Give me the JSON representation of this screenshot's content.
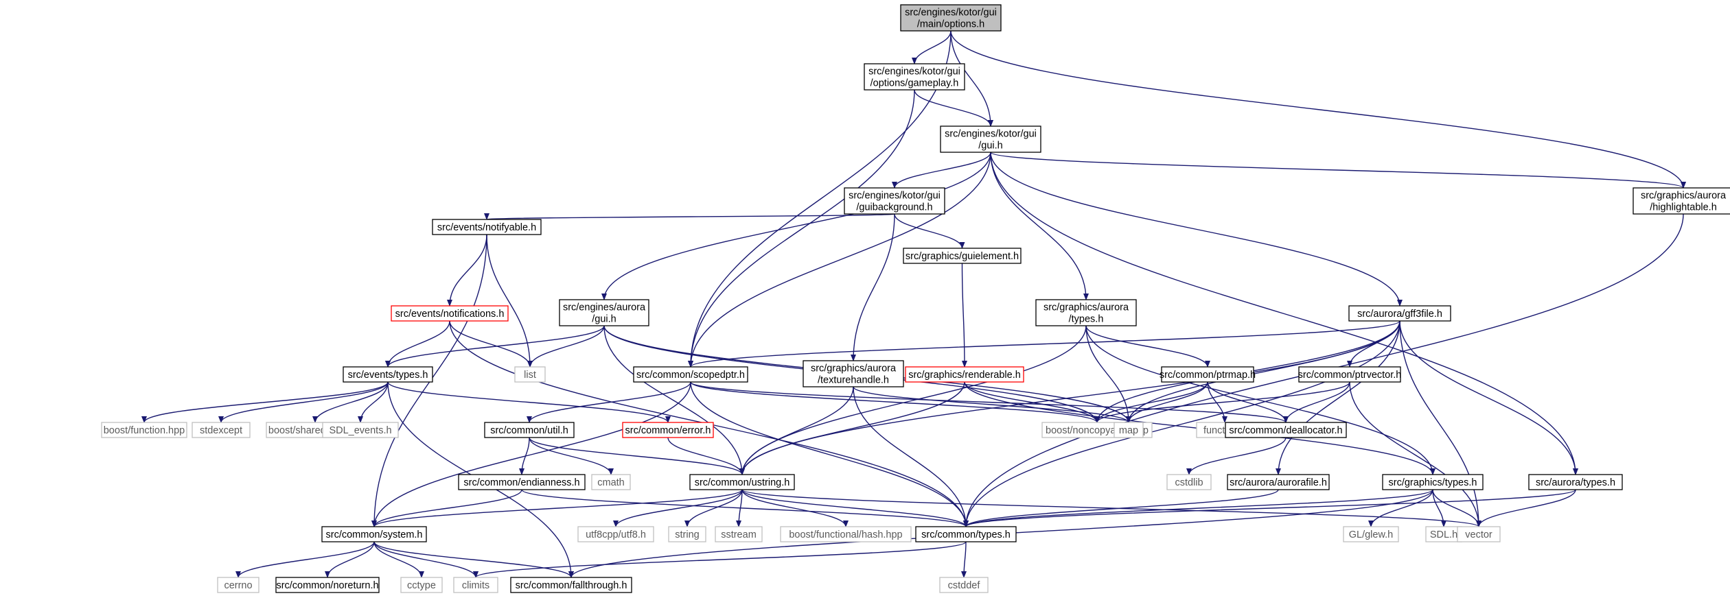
{
  "title": "",
  "colors": {
    "edge": "#191970",
    "root_fill": "#bfbfbf",
    "box_border": "#000000",
    "incomplete_border": "#ff0000",
    "system_border": "#bfbfbf",
    "text": "#000000",
    "system_text": "#5a5a5a"
  },
  "nodes": [
    {
      "id": "options_h",
      "lines": [
        "src/engines/kotor/gui",
        "/main/options.h"
      ],
      "kind": "root"
    },
    {
      "id": "gameplay_h",
      "lines": [
        "src/engines/kotor/gui",
        "/options/gameplay.h"
      ],
      "kind": "file"
    },
    {
      "id": "kgui_h",
      "lines": [
        "src/engines/kotor/gui",
        "/gui.h"
      ],
      "kind": "file"
    },
    {
      "id": "highlightable_h",
      "lines": [
        "src/graphics/aurora",
        "/highlightable.h"
      ],
      "kind": "file"
    },
    {
      "id": "guibackground_h",
      "lines": [
        "src/engines/kotor/gui",
        "/guibackground.h"
      ],
      "kind": "file"
    },
    {
      "id": "notifyable_h",
      "lines": [
        "src/events/notifyable.h"
      ],
      "kind": "file"
    },
    {
      "id": "guielement_h",
      "lines": [
        "src/graphics/guielement.h"
      ],
      "kind": "file"
    },
    {
      "id": "notifications_h",
      "lines": [
        "src/events/notifications.h"
      ],
      "kind": "incomplete"
    },
    {
      "id": "agui_h",
      "lines": [
        "src/engines/aurora",
        "/gui.h"
      ],
      "kind": "file"
    },
    {
      "id": "gtypes_aurora_h",
      "lines": [
        "src/graphics/aurora",
        "/types.h"
      ],
      "kind": "file"
    },
    {
      "id": "gff3file_h",
      "lines": [
        "src/aurora/gff3file.h"
      ],
      "kind": "file"
    },
    {
      "id": "etypes_h",
      "lines": [
        "src/events/types.h"
      ],
      "kind": "file"
    },
    {
      "id": "list",
      "lines": [
        "list"
      ],
      "kind": "system"
    },
    {
      "id": "scopedptr_h",
      "lines": [
        "src/common/scopedptr.h"
      ],
      "kind": "file"
    },
    {
      "id": "texturehandle_h",
      "lines": [
        "src/graphics/aurora",
        "/texturehandle.h"
      ],
      "kind": "file"
    },
    {
      "id": "renderable_h",
      "lines": [
        "src/graphics/renderable.h"
      ],
      "kind": "incomplete"
    },
    {
      "id": "ptrmap_h",
      "lines": [
        "src/common/ptrmap.h"
      ],
      "kind": "file"
    },
    {
      "id": "ptrvector_h",
      "lines": [
        "src/common/ptrvector.h"
      ],
      "kind": "file"
    },
    {
      "id": "stdexcept",
      "lines": [
        "stdexcept"
      ],
      "kind": "system"
    },
    {
      "id": "bfunction",
      "lines": [
        "boost/function.hpp"
      ],
      "kind": "system"
    },
    {
      "id": "bshared",
      "lines": [
        "boost/shared_ptr.hpp"
      ],
      "kind": "system"
    },
    {
      "id": "sdlevents",
      "lines": [
        "SDL_events.h"
      ],
      "kind": "system"
    },
    {
      "id": "util_h",
      "lines": [
        "src/common/util.h"
      ],
      "kind": "file"
    },
    {
      "id": "error_h",
      "lines": [
        "src/common/error.h"
      ],
      "kind": "incomplete"
    },
    {
      "id": "noncopyable",
      "lines": [
        "boost/noncopyable.hpp"
      ],
      "kind": "system"
    },
    {
      "id": "map",
      "lines": [
        "map"
      ],
      "kind": "system"
    },
    {
      "id": "functional",
      "lines": [
        "functional"
      ],
      "kind": "system"
    },
    {
      "id": "deallocator_h",
      "lines": [
        "src/common/deallocator.h"
      ],
      "kind": "file"
    },
    {
      "id": "endianness_h",
      "lines": [
        "src/common/endianness.h"
      ],
      "kind": "file"
    },
    {
      "id": "cmath",
      "lines": [
        "cmath"
      ],
      "kind": "system"
    },
    {
      "id": "ustring_h",
      "lines": [
        "src/common/ustring.h"
      ],
      "kind": "file"
    },
    {
      "id": "cstdlib",
      "lines": [
        "cstdlib"
      ],
      "kind": "system"
    },
    {
      "id": "aurorafile_h",
      "lines": [
        "src/aurora/aurorafile.h"
      ],
      "kind": "file"
    },
    {
      "id": "gtypes_h",
      "lines": [
        "src/graphics/types.h"
      ],
      "kind": "file"
    },
    {
      "id": "atypes_h",
      "lines": [
        "src/aurora/types.h"
      ],
      "kind": "file"
    },
    {
      "id": "system_h",
      "lines": [
        "src/common/system.h"
      ],
      "kind": "file"
    },
    {
      "id": "utf8",
      "lines": [
        "utf8cpp/utf8.h"
      ],
      "kind": "system"
    },
    {
      "id": "string",
      "lines": [
        "string"
      ],
      "kind": "system"
    },
    {
      "id": "sstream",
      "lines": [
        "sstream"
      ],
      "kind": "system"
    },
    {
      "id": "bhash",
      "lines": [
        "boost/functional/hash.hpp"
      ],
      "kind": "system"
    },
    {
      "id": "ctypes_h",
      "lines": [
        "src/common/types.h"
      ],
      "kind": "file"
    },
    {
      "id": "glew",
      "lines": [
        "GL/glew.h"
      ],
      "kind": "system"
    },
    {
      "id": "sdl_h",
      "lines": [
        "SDL.h"
      ],
      "kind": "system"
    },
    {
      "id": "vector",
      "lines": [
        "vector"
      ],
      "kind": "system"
    },
    {
      "id": "cerrno",
      "lines": [
        "cerrno"
      ],
      "kind": "system"
    },
    {
      "id": "noreturn_h",
      "lines": [
        "src/common/noreturn.h"
      ],
      "kind": "file"
    },
    {
      "id": "cctype",
      "lines": [
        "cctype"
      ],
      "kind": "system"
    },
    {
      "id": "climits",
      "lines": [
        "climits"
      ],
      "kind": "system"
    },
    {
      "id": "fallthrough_h",
      "lines": [
        "src/common/fallthrough.h"
      ],
      "kind": "file"
    },
    {
      "id": "cstddef",
      "lines": [
        "cstddef"
      ],
      "kind": "system"
    }
  ],
  "edges": [
    [
      "options_h",
      "gameplay_h"
    ],
    [
      "options_h",
      "kgui_h"
    ],
    [
      "options_h",
      "scopedptr_h"
    ],
    [
      "options_h",
      "highlightable_h"
    ],
    [
      "gameplay_h",
      "kgui_h"
    ],
    [
      "gameplay_h",
      "scopedptr_h"
    ],
    [
      "kgui_h",
      "guibackground_h"
    ],
    [
      "kgui_h",
      "agui_h"
    ],
    [
      "kgui_h",
      "scopedptr_h"
    ],
    [
      "kgui_h",
      "gtypes_aurora_h"
    ],
    [
      "kgui_h",
      "gff3file_h"
    ],
    [
      "kgui_h",
      "highlightable_h"
    ],
    [
      "kgui_h",
      "atypes_h"
    ],
    [
      "highlightable_h",
      "ctypes_h"
    ],
    [
      "guibackground_h",
      "notifyable_h"
    ],
    [
      "guibackground_h",
      "guielement_h"
    ],
    [
      "guibackground_h",
      "texturehandle_h"
    ],
    [
      "notifyable_h",
      "notifications_h"
    ],
    [
      "notifyable_h",
      "list"
    ],
    [
      "notifyable_h",
      "system_h"
    ],
    [
      "guielement_h",
      "renderable_h"
    ],
    [
      "notifications_h",
      "etypes_h"
    ],
    [
      "notifications_h",
      "list"
    ],
    [
      "notifications_h",
      "ctypes_h"
    ],
    [
      "agui_h",
      "etypes_h"
    ],
    [
      "agui_h",
      "list"
    ],
    [
      "agui_h",
      "map"
    ],
    [
      "agui_h",
      "noncopyable"
    ],
    [
      "agui_h",
      "ustring_h"
    ],
    [
      "gtypes_aurora_h",
      "map"
    ],
    [
      "gtypes_aurora_h",
      "ptrmap_h"
    ],
    [
      "gtypes_aurora_h",
      "ustring_h"
    ],
    [
      "gtypes_aurora_h",
      "gtypes_h"
    ],
    [
      "gff3file_h",
      "scopedptr_h"
    ],
    [
      "gff3file_h",
      "noncopyable"
    ],
    [
      "gff3file_h",
      "map"
    ],
    [
      "gff3file_h",
      "ptrvector_h"
    ],
    [
      "gff3file_h",
      "ustring_h"
    ],
    [
      "gff3file_h",
      "aurorafile_h"
    ],
    [
      "gff3file_h",
      "atypes_h"
    ],
    [
      "gff3file_h",
      "ctypes_h"
    ],
    [
      "gff3file_h",
      "vector"
    ],
    [
      "etypes_h",
      "stdexcept"
    ],
    [
      "etypes_h",
      "bfunction"
    ],
    [
      "etypes_h",
      "bshared"
    ],
    [
      "etypes_h",
      "sdlevents"
    ],
    [
      "etypes_h",
      "error_h"
    ],
    [
      "etypes_h",
      "fallthrough_h"
    ],
    [
      "scopedptr_h",
      "util_h"
    ],
    [
      "scopedptr_h",
      "noncopyable"
    ],
    [
      "scopedptr_h",
      "deallocator_h"
    ],
    [
      "scopedptr_h",
      "system_h"
    ],
    [
      "scopedptr_h",
      "ctypes_h"
    ],
    [
      "texturehandle_h",
      "ustring_h"
    ],
    [
      "texturehandle_h",
      "ctypes_h"
    ],
    [
      "texturehandle_h",
      "map"
    ],
    [
      "renderable_h",
      "noncopyable"
    ],
    [
      "renderable_h",
      "ustring_h"
    ],
    [
      "renderable_h",
      "gtypes_h"
    ],
    [
      "ptrmap_h",
      "noncopyable"
    ],
    [
      "ptrmap_h",
      "map"
    ],
    [
      "ptrmap_h",
      "functional"
    ],
    [
      "ptrmap_h",
      "deallocator_h"
    ],
    [
      "ptrvector_h",
      "noncopyable"
    ],
    [
      "ptrvector_h",
      "deallocator_h"
    ],
    [
      "ptrvector_h",
      "vector"
    ],
    [
      "util_h",
      "endianness_h"
    ],
    [
      "util_h",
      "cmath"
    ],
    [
      "util_h",
      "ustring_h"
    ],
    [
      "error_h",
      "ustring_h"
    ],
    [
      "deallocator_h",
      "cstdlib"
    ],
    [
      "endianness_h",
      "system_h"
    ],
    [
      "endianness_h",
      "ctypes_h"
    ],
    [
      "ustring_h",
      "system_h"
    ],
    [
      "ustring_h",
      "utf8"
    ],
    [
      "ustring_h",
      "string"
    ],
    [
      "ustring_h",
      "sstream"
    ],
    [
      "ustring_h",
      "bhash"
    ],
    [
      "ustring_h",
      "ctypes_h"
    ],
    [
      "ustring_h",
      "vector"
    ],
    [
      "aurorafile_h",
      "ctypes_h"
    ],
    [
      "gtypes_h",
      "ctypes_h"
    ],
    [
      "gtypes_h",
      "glew"
    ],
    [
      "gtypes_h",
      "sdl_h"
    ],
    [
      "gtypes_h",
      "vector"
    ],
    [
      "gtypes_h",
      "fallthrough_h"
    ],
    [
      "atypes_h",
      "ctypes_h"
    ],
    [
      "atypes_h",
      "vector"
    ],
    [
      "system_h",
      "cerrno"
    ],
    [
      "system_h",
      "noreturn_h"
    ],
    [
      "system_h",
      "cctype"
    ],
    [
      "system_h",
      "climits"
    ],
    [
      "system_h",
      "fallthrough_h"
    ],
    [
      "ctypes_h",
      "climits"
    ],
    [
      "ctypes_h",
      "cstddef"
    ]
  ]
}
